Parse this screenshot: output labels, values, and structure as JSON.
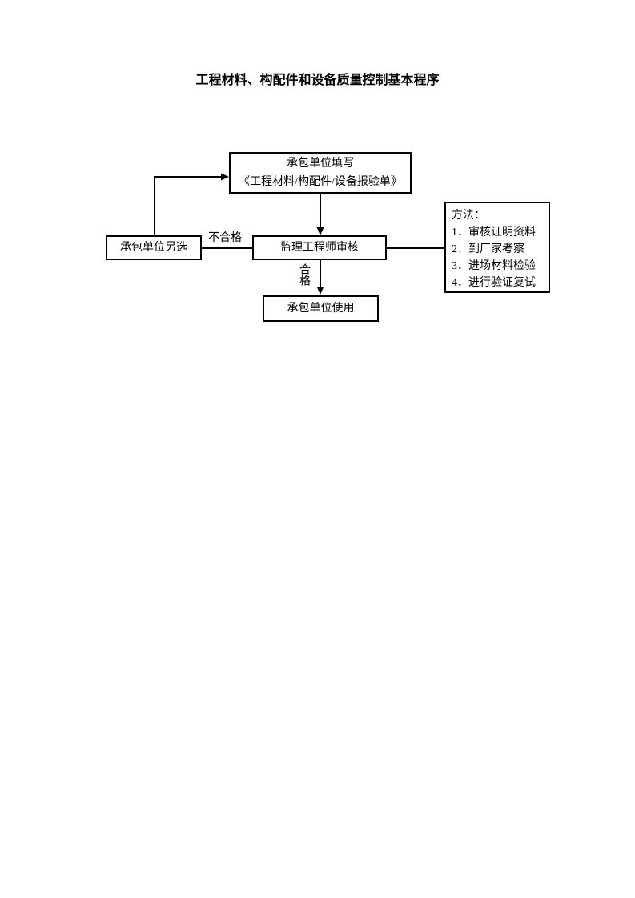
{
  "page": {
    "title": "工程材料、构配件和设备质量控制基本程序",
    "background_color": "#ffffff",
    "text_color": "#000000",
    "line_color": "#000000"
  },
  "flowchart": {
    "nodes": {
      "fill_form": {
        "line1": "承包单位填写",
        "line2": "《工程材料/构配件/设备报验单》"
      },
      "reselect": {
        "label": "承包单位另选"
      },
      "review": {
        "label": "监理工程师审核"
      },
      "use": {
        "label": "承包单位使用"
      },
      "methods": {
        "title": "方法：",
        "items": [
          "1．审核证明资料",
          "2．到厂家考察",
          "3．进场材料检验",
          "4．进行验证复试"
        ]
      }
    },
    "edge_labels": {
      "fail": "不合格",
      "pass": "合格"
    }
  }
}
